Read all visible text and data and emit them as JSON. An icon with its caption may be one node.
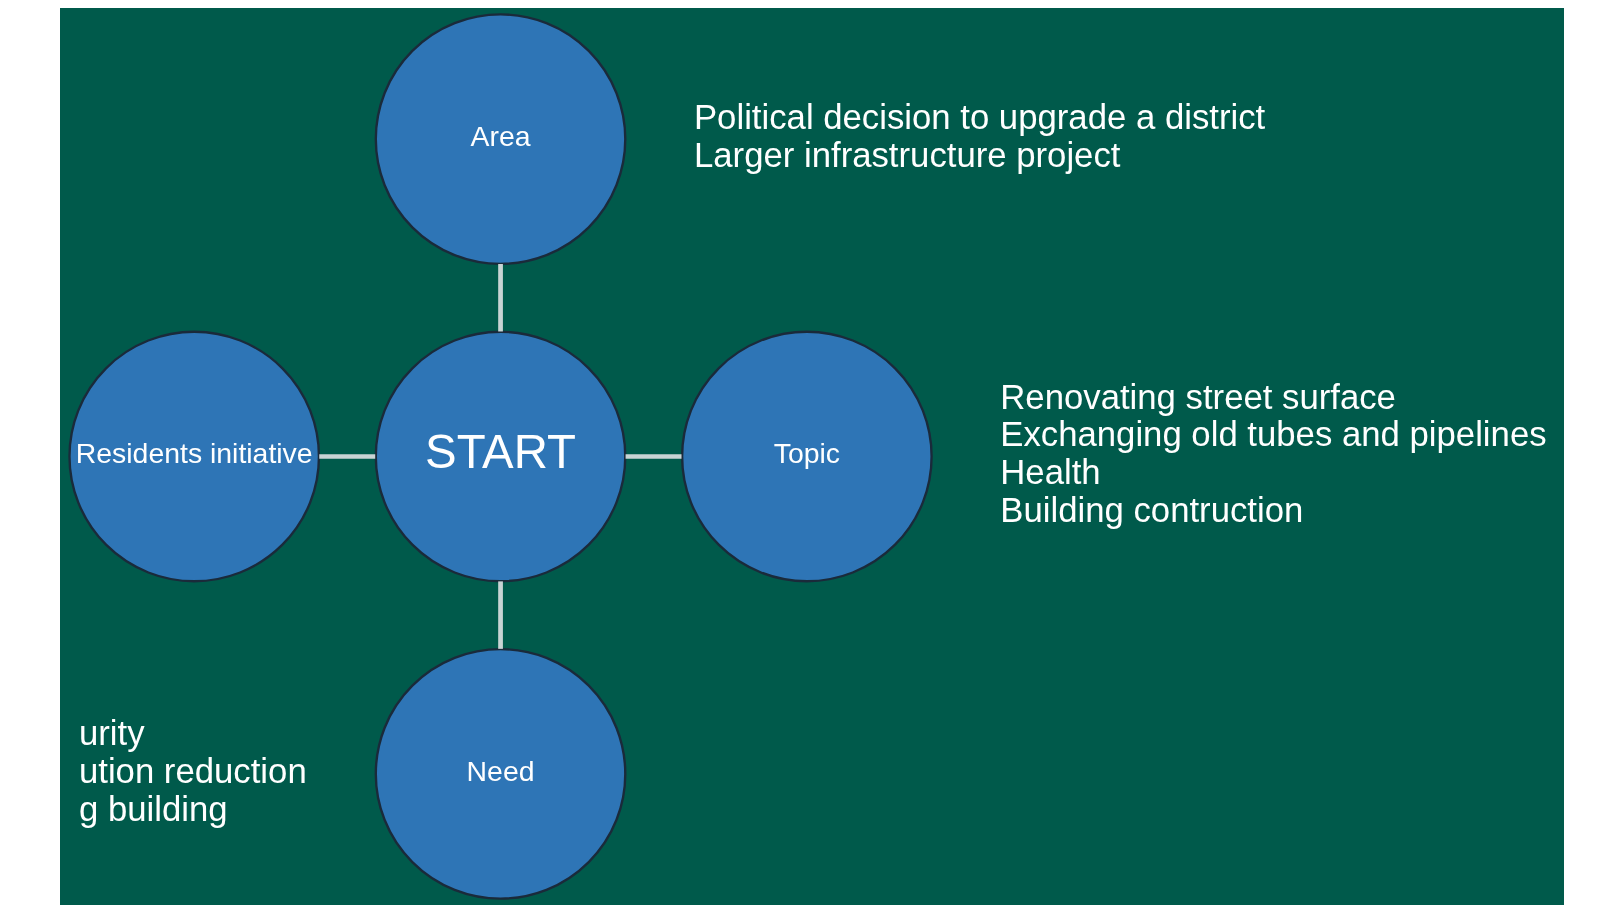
{
  "diagram": {
    "nodes": [
      {
        "text": [
          "Area"
        ],
        "beside": [
          "Political decision to upgrade a district",
          "Larger infrastructure project"
        ]
      },
      {
        "text": [
          "Residents initiative"
        ]
      },
      {
        "text": [
          "START"
        ]
      },
      {
        "text": [
          "Topic"
        ],
        "beside": [
          "Renovating street surface",
          "Exchanging old tubes and pipelines",
          "Health",
          "Building contruction"
        ]
      },
      {
        "text": [
          "Need"
        ],
        "beside": [
          "urity",
          "ution reduction",
          "g building"
        ]
      }
    ],
    "edges": [
      {
        "from": 2,
        "to": 0,
        "arrow": "none"
      },
      {
        "from": 1,
        "to": 2,
        "arrow": "none"
      },
      {
        "from": 2,
        "to": 3,
        "arrow": "none"
      },
      {
        "from": 2,
        "to": 4,
        "arrow": "none"
      }
    ]
  }
}
